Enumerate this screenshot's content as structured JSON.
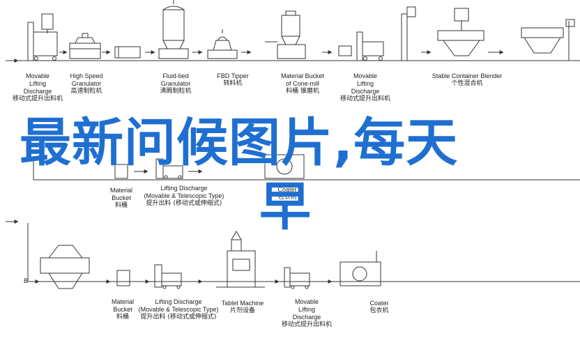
{
  "diagram": {
    "row1": [
      {
        "en": [
          "Movable",
          "Lifting",
          "Discharge"
        ],
        "zh": "移动式提升出料机"
      },
      {
        "en": [
          "High Speed",
          "Granulator"
        ],
        "zh": "高速制粒机"
      },
      {
        "en": [
          "Fluid-bed",
          "Granulator"
        ],
        "zh": "沸腾制粒机"
      },
      {
        "en": [
          "FBD Tipper"
        ],
        "zh": "转料机"
      },
      {
        "en": [
          "Material Bucket",
          "of Cone-mill"
        ],
        "zh": "料桶 锥磨机"
      },
      {
        "en": [
          "Movable",
          "Lifting",
          "Discharge"
        ],
        "zh": "移动式提升出料机"
      },
      {
        "en": [
          "Stable Container Blender"
        ],
        "zh": "个性混合机"
      }
    ],
    "row2": [
      {
        "en": [
          "Material",
          "Bucket"
        ],
        "zh": "料桶"
      },
      {
        "en": [
          "Lifting Discharge",
          "(Movable & Telescopic Type)"
        ],
        "zh": "提升出料 (移动式或伸缩式)"
      },
      {
        "en": [
          "Coater"
        ],
        "zh": "包衣机"
      }
    ],
    "row3_label": "B",
    "row3": [
      {
        "en": [
          "Material",
          "Bucket"
        ],
        "zh": "料桶"
      },
      {
        "en": [
          "Lifting Discharge",
          "(Movable & Telescopic Type)"
        ],
        "zh": "提升出料 (移动式或伸缩式)"
      },
      {
        "en": [
          "Tablet Machine"
        ],
        "zh": "片剂设备"
      },
      {
        "en": [
          "Movable",
          "Lifting",
          "Discharge"
        ],
        "zh": "移动式提升出料机"
      },
      {
        "en": [
          "Coater"
        ],
        "zh": "包衣机"
      }
    ]
  },
  "overlay": {
    "line1": "最新问候图片,每天",
    "line2": "早"
  },
  "colors": {
    "overlay_text": "#1f6fd1",
    "lines": "#333333"
  }
}
